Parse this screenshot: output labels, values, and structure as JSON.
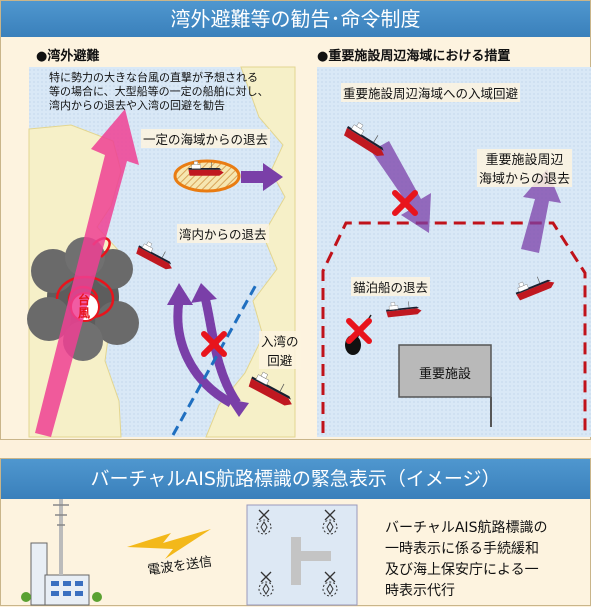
{
  "top_panel": {
    "title": "湾外避難等の勧告･命令制度",
    "left": {
      "heading": "●湾外避難",
      "description": [
        "特に勢力の大きな台風の直撃が予想される",
        "等の場合に、大型船等の一定の船舶に対し、",
        "湾内からの退去や入湾の回避を勧告"
      ],
      "label_area_exit": "一定の海域からの退去",
      "label_bay_exit": "湾内からの退去",
      "label_entry_avoid_line1": "入湾の",
      "label_entry_avoid_line2": "回避",
      "typhoon_char1": "台",
      "typhoon_char2": "風"
    },
    "right": {
      "heading": "●重要施設周辺海域における措置",
      "label_entry_avoid": "重要施設周辺海域への入域回避",
      "label_area_exit_line1": "重要施設周辺",
      "label_area_exit_line2": "海域からの退去",
      "label_anchored": "錨泊船の退去",
      "facility": "重要施設"
    }
  },
  "bottom_panel": {
    "title": "バーチャルAIS航路標識の緊急表示（イメージ）",
    "radio_label": "電波を送信",
    "description": [
      "バーチャルAIS航路標識の",
      "一時表示に係る手続緩和",
      "及び海上保安庁による一",
      "時表示代行"
    ]
  },
  "colors": {
    "banner": "#3f88c5",
    "sea": "#d9e8f6",
    "land": "#f6f0c8",
    "arrow_pink": "#ee3f93",
    "arrow_purple": "#7a3fa8",
    "cross_red": "#e8141c",
    "boundary_red": "#c0121a",
    "line_blue": "#1f6fc0"
  }
}
